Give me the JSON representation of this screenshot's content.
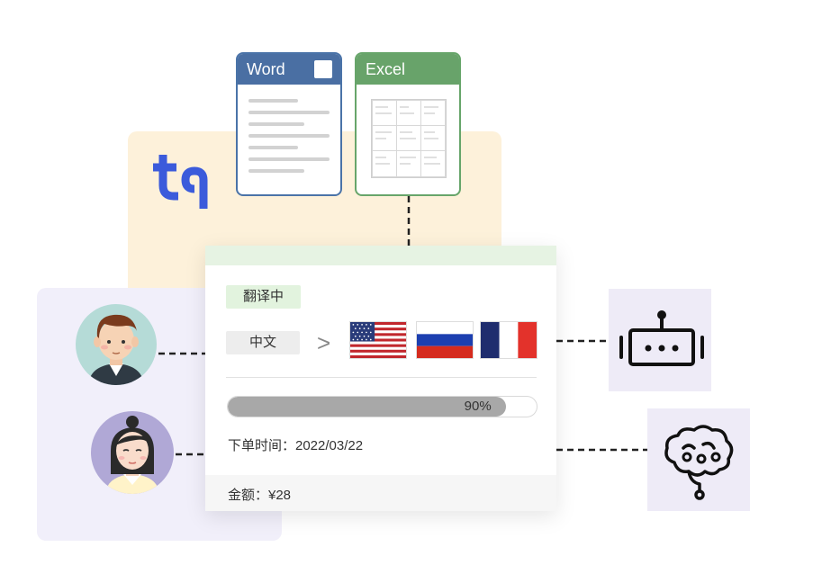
{
  "documents": {
    "word": {
      "label": "Word",
      "icon": "word-document-icon"
    },
    "excel": {
      "label": "Excel",
      "icon": "excel-spreadsheet-icon"
    }
  },
  "logo": {
    "icon": "translation-logo-icon",
    "color": "#3b5bdb"
  },
  "card": {
    "status": "翻译中",
    "source_language": "中文",
    "arrow": ">",
    "target_flags": [
      "us-flag-icon",
      "russia-flag-icon",
      "france-flag-icon"
    ],
    "progress_label": "90%",
    "progress_value": 0.9,
    "order_time": "下单时间：2022/03/22",
    "price": "金额：¥28"
  },
  "people": [
    "male-avatar",
    "female-avatar"
  ],
  "agents": [
    "robot-icon",
    "brain-icon"
  ],
  "colors": {
    "word": "#4a6fa3",
    "excel": "#68a36a",
    "status_bg": "#e2f3de",
    "progress_fill": "#a8a8a8",
    "yellow_panel": "#fdf1da",
    "lavender_panel": "#f1effa"
  }
}
